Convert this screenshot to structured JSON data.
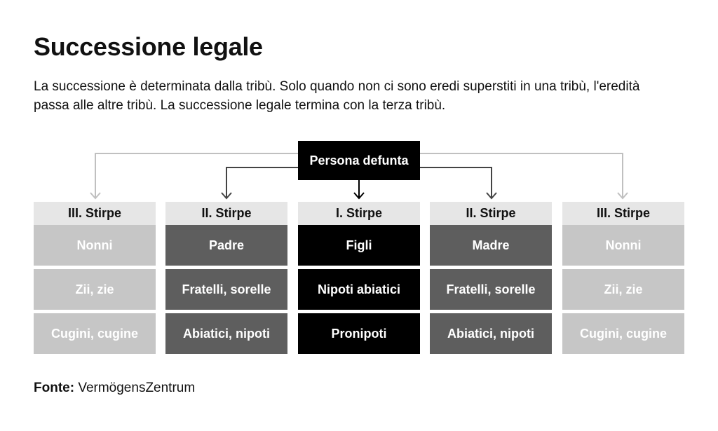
{
  "title": "Successione legale",
  "description": "La successione è determinata dalla tribù. Solo quando non ci sono eredi superstiti in una tribù, l'eredità passa alle altre tribù. La successione legale termina con la terza tribù.",
  "root": "Persona defunta",
  "columns": [
    {
      "heading": "III. Stirpe",
      "tone": "light",
      "items": [
        "Nonni",
        "Zii, zie",
        "Cugini, cugine"
      ]
    },
    {
      "heading": "II. Stirpe",
      "tone": "mid",
      "items": [
        "Padre",
        "Fratelli, sorelle",
        "Abiatici, nipoti"
      ]
    },
    {
      "heading": "I. Stirpe",
      "tone": "dark",
      "items": [
        "Figli",
        "Nipoti abiatici",
        "Pronipoti"
      ]
    },
    {
      "heading": "II. Stirpe",
      "tone": "mid",
      "items": [
        "Madre",
        "Fratelli, sorelle",
        "Abiatici, nipoti"
      ]
    },
    {
      "heading": "III. Stirpe",
      "tone": "light",
      "items": [
        "Nonni",
        "Zii, zie",
        "Cugini, cugine"
      ]
    }
  ],
  "source": {
    "label": "Fonte:",
    "name": "VermögensZentrum"
  },
  "colors": {
    "header": "#e6e6e6",
    "light": "#c6c6c6",
    "mid": "#5e5e5e",
    "dark": "#000000",
    "connector_light": "#c0c0c0",
    "connector_mid": "#444444"
  }
}
